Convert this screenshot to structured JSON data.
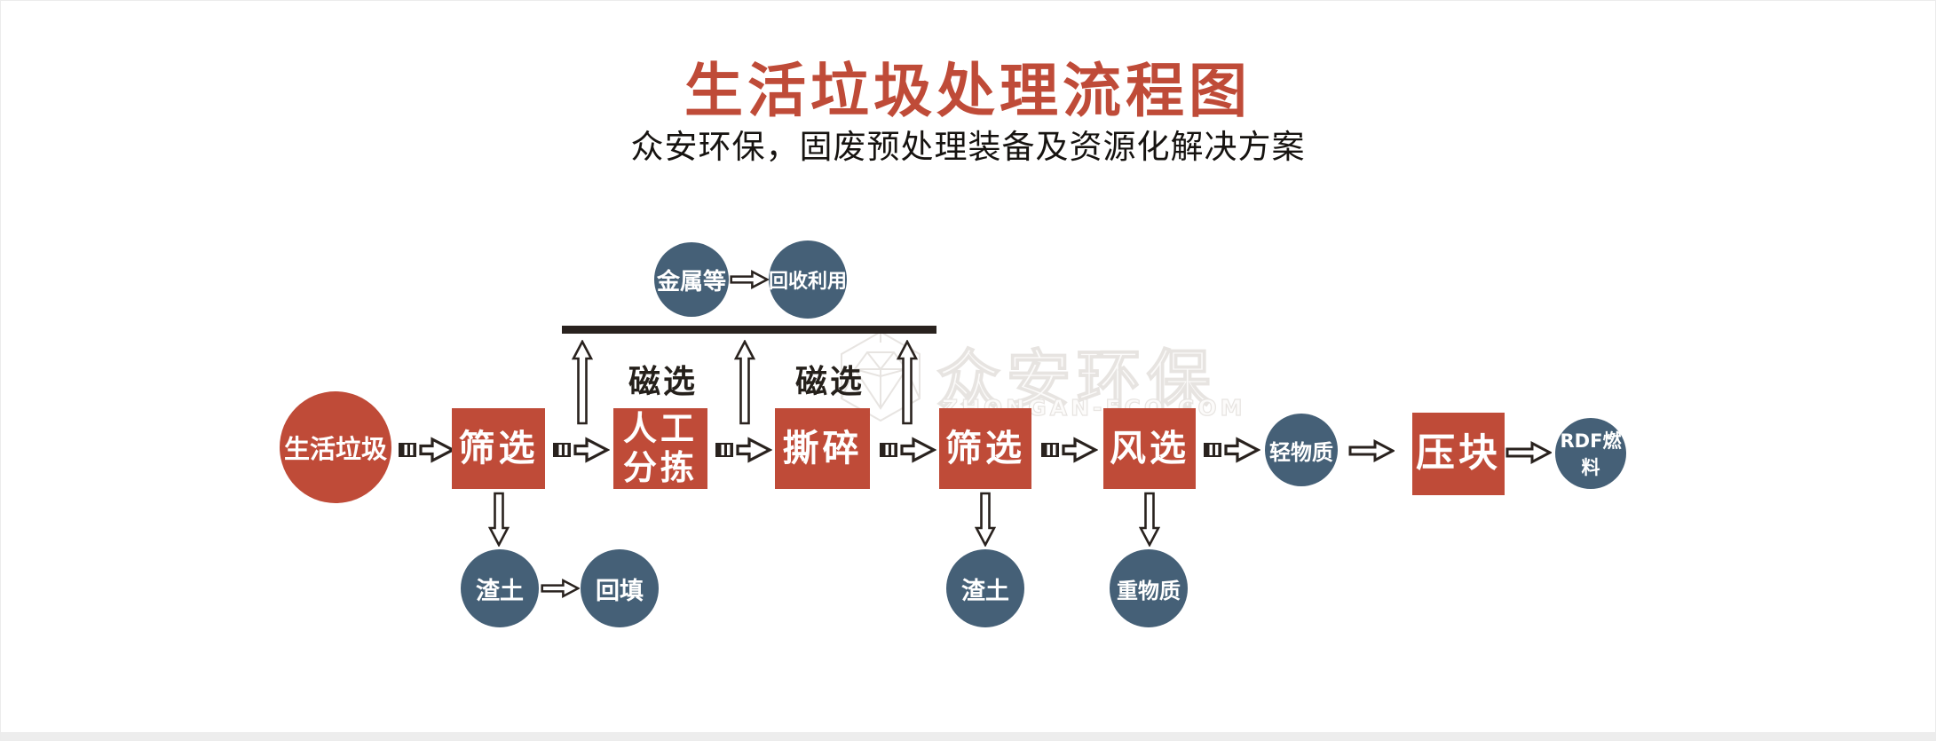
{
  "header": {
    "title": "生活垃圾处理流程图",
    "subtitle": "众安环保，固废预处理装备及资源化解决方案"
  },
  "watermark": {
    "brand": "众安环保",
    "site": "ZHONGAN-ECO.COM"
  },
  "colors": {
    "red": "#bf4b38",
    "blue": "#456077",
    "ink": "#29221e",
    "watermark_gray": "#e7e4e1"
  },
  "diagram": {
    "nodes": {
      "household_waste": "生活垃圾",
      "screening_1": "筛选",
      "manual_sorting": "人工分拣",
      "shredding": "撕碎",
      "screening_2": "筛选",
      "air_separation": "风选",
      "light_material": "轻物质",
      "briquetting": "压块",
      "rdf_fuel": "RDF燃料",
      "metals": "金属等",
      "recycling": "回收利用",
      "residue_1": "渣土",
      "backfill": "回填",
      "residue_2": "渣土",
      "heavy_material": "重物质"
    },
    "labels": {
      "magnetic_1": "磁选",
      "magnetic_2": "磁选"
    },
    "edges": [
      "生活垃圾→筛选",
      "筛选→人工分拣",
      "人工分拣→撕碎",
      "撕碎→筛选",
      "筛选→风选",
      "风选→轻物质",
      "轻物质→压块",
      "压块→RDF燃料",
      "磁选→金属等",
      "金属等→回收利用",
      "筛选→渣土",
      "渣土→回填",
      "筛选→渣土",
      "风选→重物质"
    ]
  }
}
